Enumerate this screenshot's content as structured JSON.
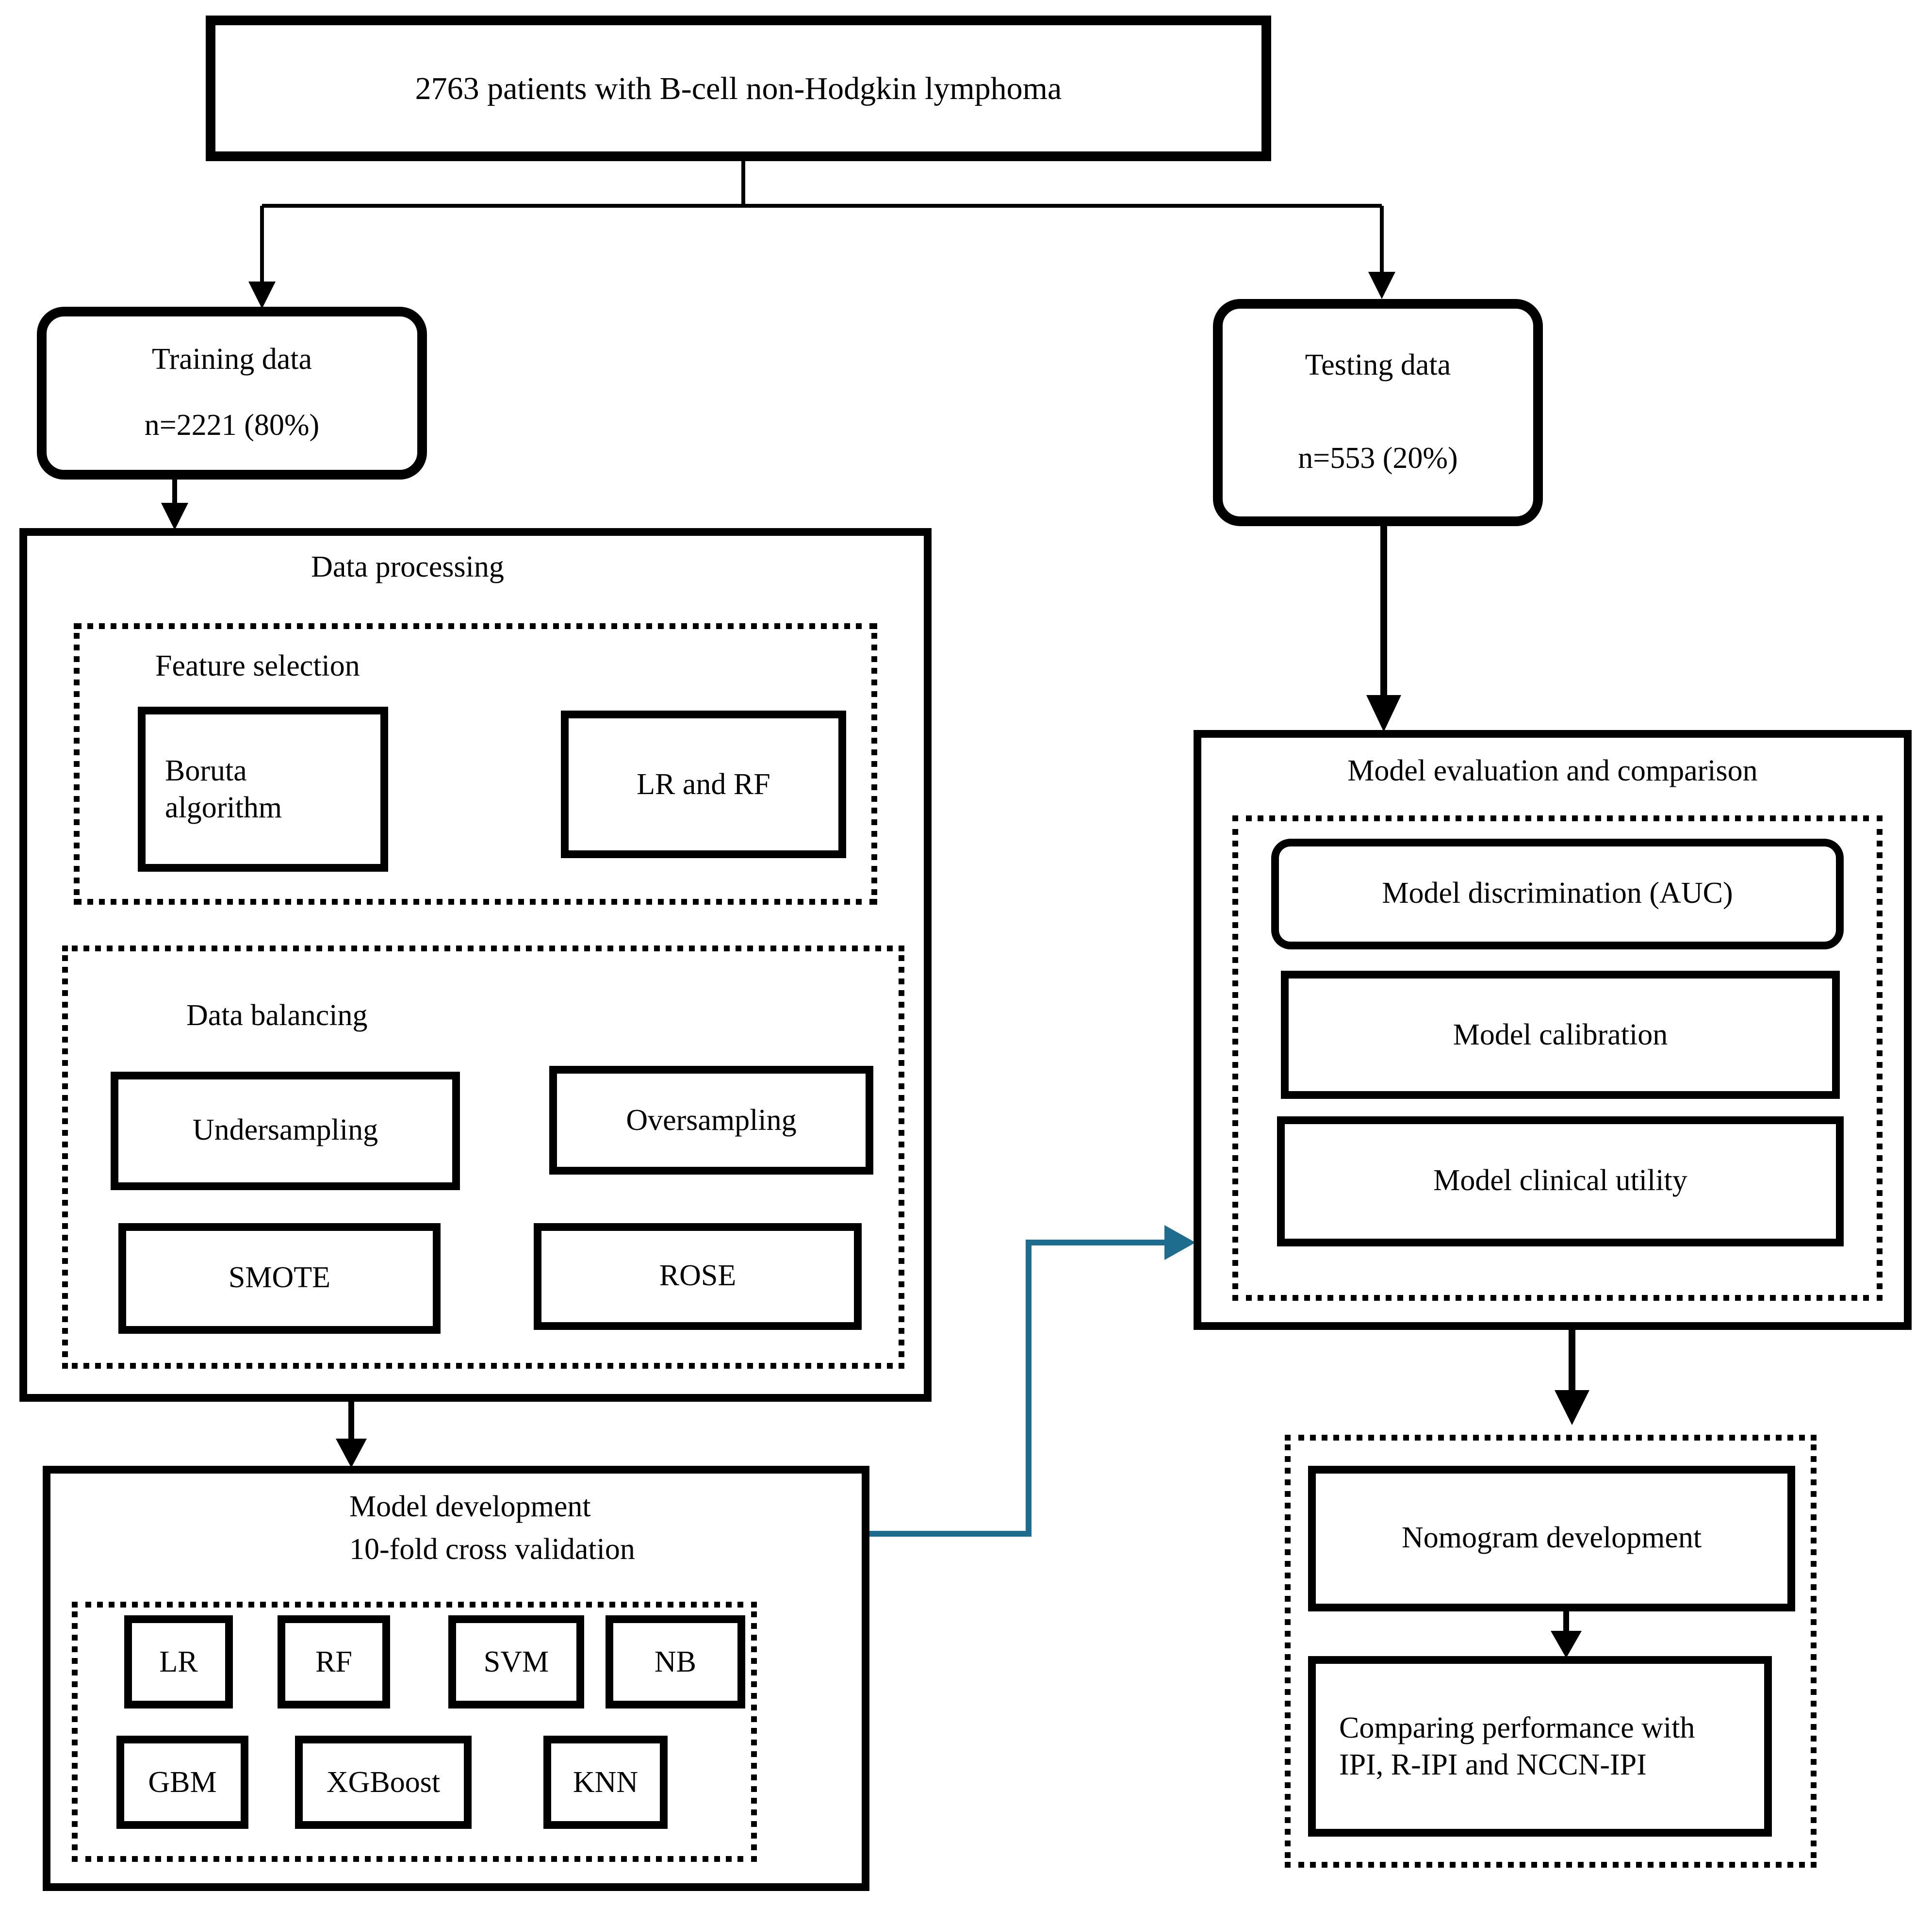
{
  "top_box": {
    "label": "2763 patients with B-cell non-Hodgkin lymphoma"
  },
  "training_box": {
    "title": "Training data",
    "count": "n=2221 (80%)"
  },
  "testing_box": {
    "title": "Testing data",
    "count": "n=553 (20%)"
  },
  "data_processing": {
    "title": "Data processing",
    "feature_selection": {
      "title": "Feature selection",
      "boruta_label": "Boruta algorithm",
      "lr_rf_label": "LR and RF"
    },
    "data_balancing": {
      "title": "Data balancing",
      "undersampling": "Undersampling",
      "oversampling": "Oversampling",
      "smote": "SMOTE",
      "rose": "ROSE"
    }
  },
  "model_development": {
    "title": "Model development",
    "subtitle": "10-fold cross validation",
    "row1": [
      "LR",
      "RF",
      "SVM",
      "NB"
    ],
    "row2": [
      "GBM",
      "XGBoost",
      "KNN"
    ]
  },
  "model_evaluation": {
    "title": "Model evaluation and comparison",
    "discrimination": "Model discrimination (AUC)",
    "calibration": "Model calibration",
    "clinical_utility": "Model clinical utility"
  },
  "nomogram": {
    "development": "Nomogram development",
    "comparing_line1": "Comparing performance with",
    "comparing_line2": "IPI, R-IPI and NCCN-IPI"
  },
  "colors": {
    "line": "#000000",
    "accent_arrow": "#1f6d8e",
    "background": "#ffffff"
  }
}
